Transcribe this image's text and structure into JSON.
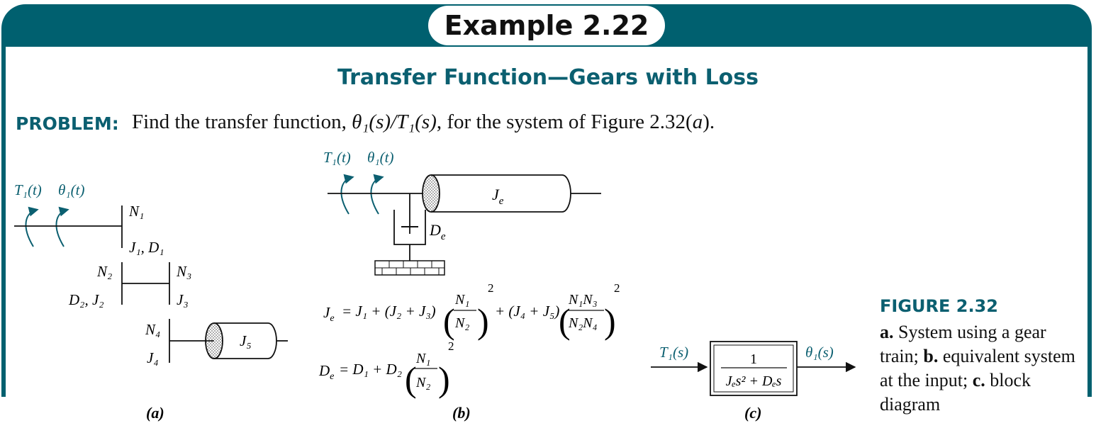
{
  "header": {
    "title": "Example 2.22"
  },
  "subtitle": "Transfer Function—Gears with Loss",
  "problem": {
    "label": "PROBLEM:",
    "text_before": "Find the transfer function, ",
    "expression": "θ₁(s)/T₁(s)",
    "text_after": ", for the system of Figure 2.32(",
    "figure_ref_part": "a",
    "text_end": ")."
  },
  "figure_a": {
    "torque_label": "T₁(t)",
    "angle_label": "θ₁(t)",
    "n1": "N₁",
    "j1d1": "J₁, D₁",
    "n2": "N₂",
    "n3": "N₃",
    "d2j2": "D₂, J₂",
    "j3": "J₃",
    "n4": "N₄",
    "j4": "J₄",
    "j5": "J₅",
    "panel_label": "(a)"
  },
  "figure_b": {
    "torque_label": "T₁(t)",
    "angle_label": "θ₁(t)",
    "je": "J",
    "je_sub": "e",
    "de": "D",
    "de_sub": "e",
    "eq_je": {
      "lhs": "J",
      "lhs_sub": "e",
      "term1": "= J₁ + (J₂ + J₃)",
      "frac1_num": "N₁",
      "frac1_den": "N₂",
      "exp1": "2",
      "term2": "+ (J₄ + J₅)",
      "frac2_num": "N₁N₃",
      "frac2_den": "N₂N₄",
      "exp2": "2"
    },
    "eq_de": {
      "lhs": "D",
      "lhs_sub": "e",
      "term1": "= D₁ + D₂",
      "frac_num": "N₁",
      "frac_den": "N₂",
      "exp": "2"
    },
    "panel_label": "(b)"
  },
  "figure_c": {
    "input_label": "T₁(s)",
    "output_label": "θ₁(s)",
    "block_num": "1",
    "block_den": "Jₑs² + Dₑs",
    "panel_label": "(c)"
  },
  "caption": {
    "title": "FIGURE 2.32",
    "a_label": "a.",
    "a_text": " System using a gear train; ",
    "b_label": "b.",
    "b_text": " equivalent system at the input; ",
    "c_label": "c.",
    "c_text": " block diagram"
  },
  "colors": {
    "teal": "#00606f",
    "teal_text": "#0b5f70"
  }
}
